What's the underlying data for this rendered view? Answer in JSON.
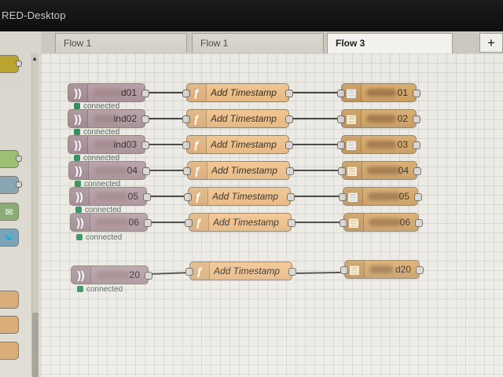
{
  "app": {
    "title": "RED-Desktop"
  },
  "tabs": [
    {
      "label": "Flow 1"
    },
    {
      "label": "Flow 1"
    },
    {
      "label": "Flow 3",
      "active": true
    }
  ],
  "actions": {
    "add_tab": "+"
  },
  "palette": {
    "icons": {
      "scroll_up": "▲",
      "email": "✉",
      "twitter": "🐦"
    }
  },
  "flow": {
    "rows": [
      {
        "input_suffix": "d01",
        "function": "Add Timestamp",
        "output_suffix": "01",
        "status": "connected"
      },
      {
        "input_suffix": "ind02",
        "function": "Add Timestamp",
        "output_suffix": "02",
        "status": "connected"
      },
      {
        "input_suffix": "ind03",
        "function": "Add Timestamp",
        "output_suffix": "03",
        "status": "connected"
      },
      {
        "input_suffix": "04",
        "function": "Add Timestamp",
        "output_suffix": "04",
        "status": "connected"
      },
      {
        "input_suffix": "05",
        "function": "Add Timestamp",
        "output_suffix": "05",
        "status": "connected"
      },
      {
        "input_suffix": "06",
        "function": "Add Timestamp",
        "output_suffix": "06",
        "status": "connected"
      },
      {
        "input_suffix": "20",
        "function": "Add Timestamp",
        "output_suffix": "d20",
        "status": "connected"
      }
    ]
  },
  "colors": {
    "input_node": "#b8a0a8",
    "function_node": "#f1c48f",
    "output_node": "#d9ac6d",
    "status_connected": "#2e8b57"
  }
}
